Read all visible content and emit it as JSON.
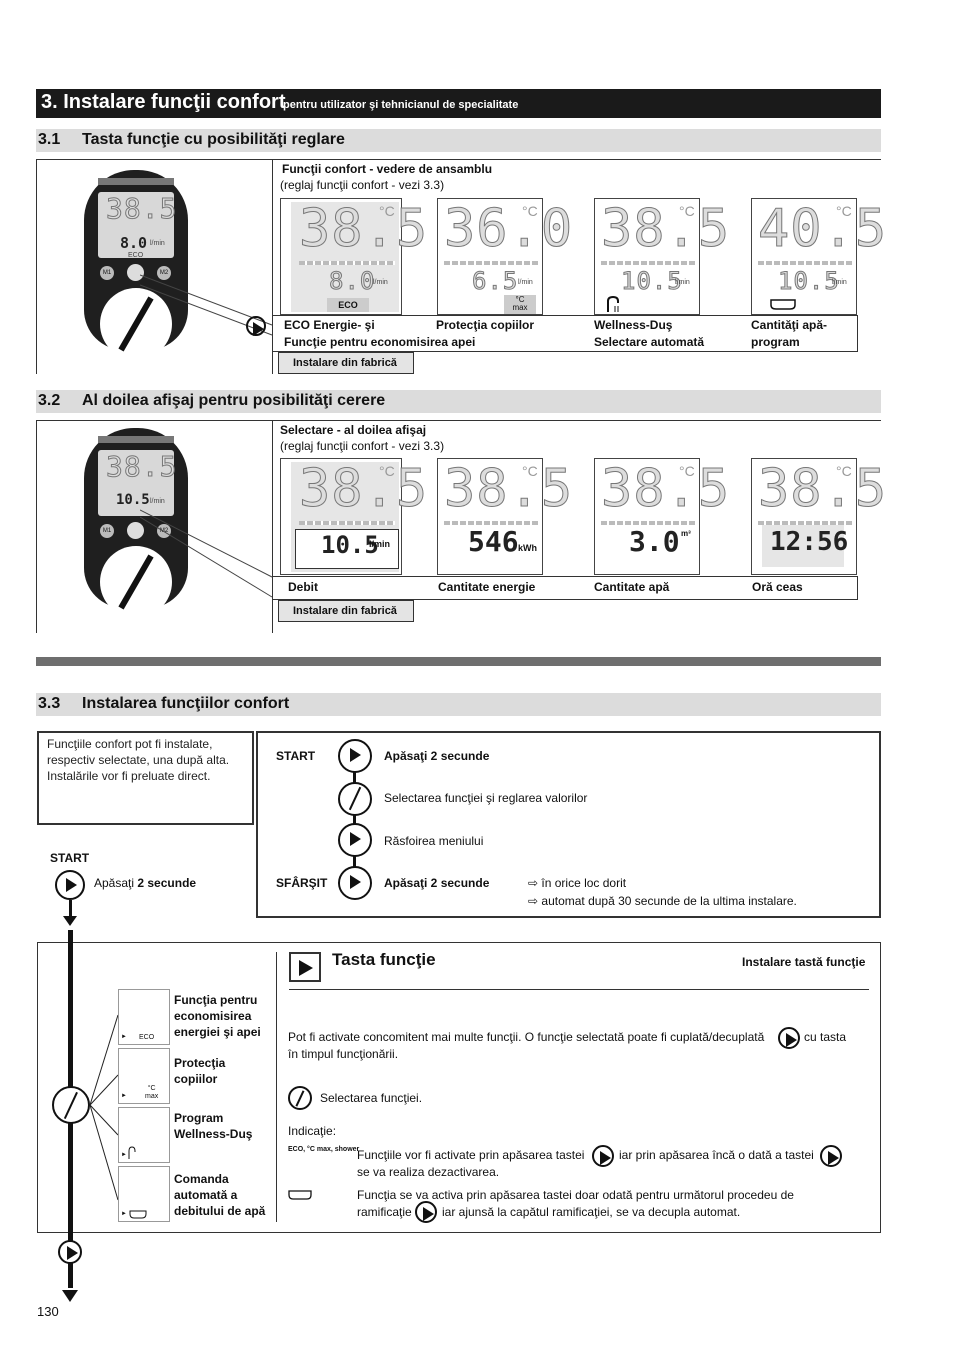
{
  "header": {
    "title": "3. Instalare funcţii confort",
    "subtitle": "pentru utilizator şi tehnicianul de specialitate"
  },
  "s31": {
    "num": "3.1",
    "title": "Tasta funcţie cu posibilităţi reglare",
    "panel_title": "Funcţii confort - vedere de ansamblu",
    "panel_sub": "(reglaj funcţii confort - vezi 3.3)",
    "factory": "Instalare din fabrică",
    "device": {
      "temp": "38.5",
      "flow": "8.0",
      "flow_unit": "l/min",
      "eco": "ECO",
      "m1": "M1",
      "m2": "M2"
    },
    "displays": [
      {
        "temp": "38.5",
        "small": "8.0",
        "unit": "l/min",
        "sym": "ECO",
        "l1": "ECO Energie- şi",
        "l2": "Funcţie pentru economisirea apei"
      },
      {
        "temp": "36.0",
        "small": "6.5",
        "unit": "l/min",
        "sym": "°C max",
        "l1": "Protecţia copiilor",
        "l2": ""
      },
      {
        "temp": "38.5",
        "small": "10.5",
        "unit": "l/min",
        "sym": "shower",
        "l1": "Wellness-Duş",
        "l2": "Selectare automată"
      },
      {
        "temp": "40.5",
        "small": "10.5",
        "unit": "l/min",
        "sym": "tub",
        "l1": "Cantităţi apă-",
        "l2": "program"
      }
    ]
  },
  "s32": {
    "num": "3.2",
    "title": "Al doilea afişaj pentru posibilităţi cerere",
    "panel_title": "Selectare - al doilea afişaj",
    "panel_sub": "(reglaj funcţii confort - vezi 3.3)",
    "factory": "Instalare din fabrică",
    "device": {
      "temp": "38.5",
      "flow": "10.5",
      "flow_unit": "l/min",
      "m1": "M1",
      "m2": "M2"
    },
    "displays": [
      {
        "temp": "38.5",
        "small": "10.5",
        "unit": "l/min",
        "label": "Debit"
      },
      {
        "temp": "38.5",
        "small": "546",
        "unit": "kWh",
        "label": "Cantitate energie"
      },
      {
        "temp": "38.5",
        "small": "3.0",
        "unit": "m³",
        "label": "Cantitate apă"
      },
      {
        "temp": "38.5",
        "small": "12:56",
        "unit": "",
        "label": "Oră ceas"
      }
    ]
  },
  "s33": {
    "num": "3.3",
    "title": "Instalarea funcţiilor confort",
    "intro": "Funcţiile confort pot fi instalate, respectiv selectate, una după alta. Instalările vor fi preluate direct.",
    "start_label": "START",
    "left_start_text": "Apăsaţi",
    "left_start_bold": "2 secunde",
    "steps": {
      "start": "START",
      "press2": "Apăsaţi 2 secunde",
      "select": "Selectarea funcţiei şi reglarea valorilor",
      "browse": "Răsfoirea meniului",
      "end": "SFÂRŞIT",
      "end_press": "Apăsaţi 2 secunde",
      "note1": "⇨  în orice loc dorit",
      "note2": "⇨  automat după 30 secunde de la ultima instalare."
    },
    "functions": [
      {
        "label": "Funcţia pentru economisirea energiei şi apei",
        "sym": "ECO"
      },
      {
        "label": "Protecţia copiilor",
        "sym": "°C max"
      },
      {
        "label": "Program Wellness-Duş",
        "sym": "shower"
      },
      {
        "label": "Comanda automată a debitului de apă",
        "sym": "tub"
      }
    ],
    "key_title": "Tasta funcţie",
    "key_right": "Instalare tastă funcţie",
    "p1a": "Pot fi activate concomitent mai multe funcţii. O funcţie selectată poate fi cuplată/decuplată",
    "p1b": "cu tasta",
    "p1c": "în timpul funcţionării.",
    "sel": "Selectarea funcţiei.",
    "ind": "Indicaţie:",
    "ind_syms": "ECO, °C max, shower",
    "n1a": "Funcţiile vor fi activate prin apăsarea tastei",
    "n1b": "iar prin apăsarea încă o dată a tastei",
    "n1c": "se va realiza dezactivarea.",
    "n2a": "Funcţia se va activa prin apăsarea tastei doar odată pentru următorul procedeu de",
    "n2b": "ramificaţie",
    "n2c": "iar ajunsă la capătul ramificaţiei, se va decupla automat."
  },
  "page_number": "130"
}
